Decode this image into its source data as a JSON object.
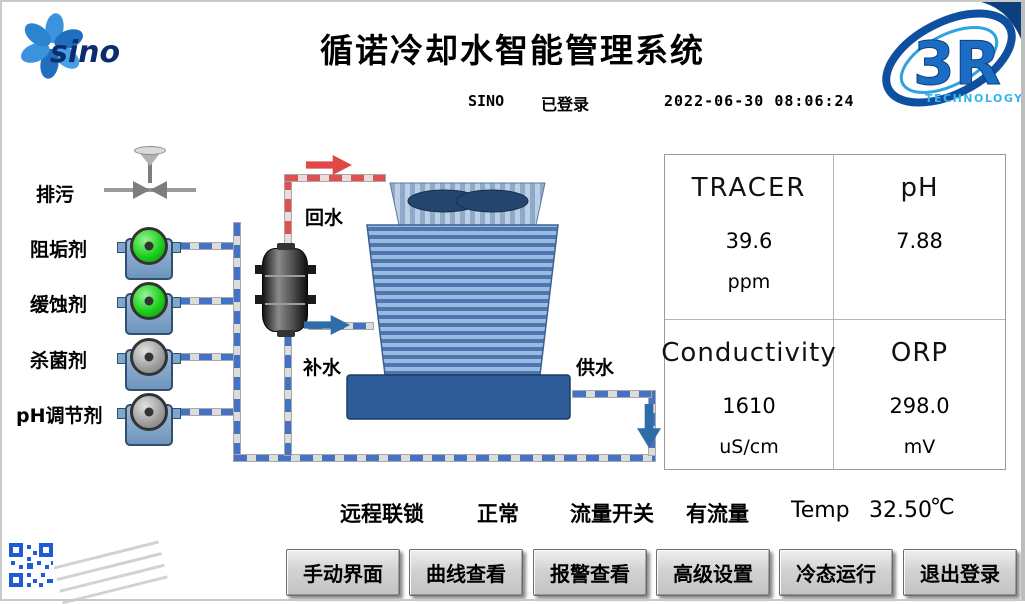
{
  "header": {
    "title": "循诺冷却水智能管理系统",
    "user": "SINO",
    "login_status": "已登录",
    "datetime": "2022-06-30 08:06:24"
  },
  "logos": {
    "sino_text": "sino",
    "r3_text": "3R",
    "r3_sub": "TECHNOLOGY"
  },
  "diagram": {
    "blowdown": "排污",
    "scale_inhibitor": "阻垢剂",
    "corrosion_inhibitor": "缓蚀剂",
    "biocide": "杀菌剂",
    "ph_adjuster": "pH调节剂",
    "return_water": "回水",
    "makeup_water": "补水",
    "supply_water": "供水"
  },
  "pumps": [
    {
      "name": "阻垢剂",
      "state": "on"
    },
    {
      "name": "缓蚀剂",
      "state": "on"
    },
    {
      "name": "杀菌剂",
      "state": "off"
    },
    {
      "name": "pH调节剂",
      "state": "off"
    }
  ],
  "metrics": [
    {
      "name": "TRACER",
      "value": "39.6",
      "unit": "ppm"
    },
    {
      "name": "pH",
      "value": "7.88",
      "unit": ""
    },
    {
      "name": "Conductivity",
      "value": "1610",
      "unit": "uS/cm"
    },
    {
      "name": "ORP",
      "value": "298.0",
      "unit": "mV"
    }
  ],
  "status": {
    "interlock_label": "远程联锁",
    "interlock_value": "正常",
    "flow_label": "流量开关",
    "flow_value": "有流量",
    "temp_label": "Temp",
    "temp_value": "32.50",
    "temp_unit": "℃"
  },
  "buttons": [
    "手动界面",
    "曲线查看",
    "报警查看",
    "高级设置",
    "冷态运行",
    "退出登录"
  ],
  "colors": {
    "pipe_blue": "#4472c4",
    "pipe_red": "#e05050",
    "pump_on_green": "#1ecf1e",
    "pump_off_gray": "#9c9c9c",
    "tower_basin_blue": "#2d5c98",
    "logo_blue": "#1565c0",
    "logo_light_blue": "#35b5ea"
  }
}
